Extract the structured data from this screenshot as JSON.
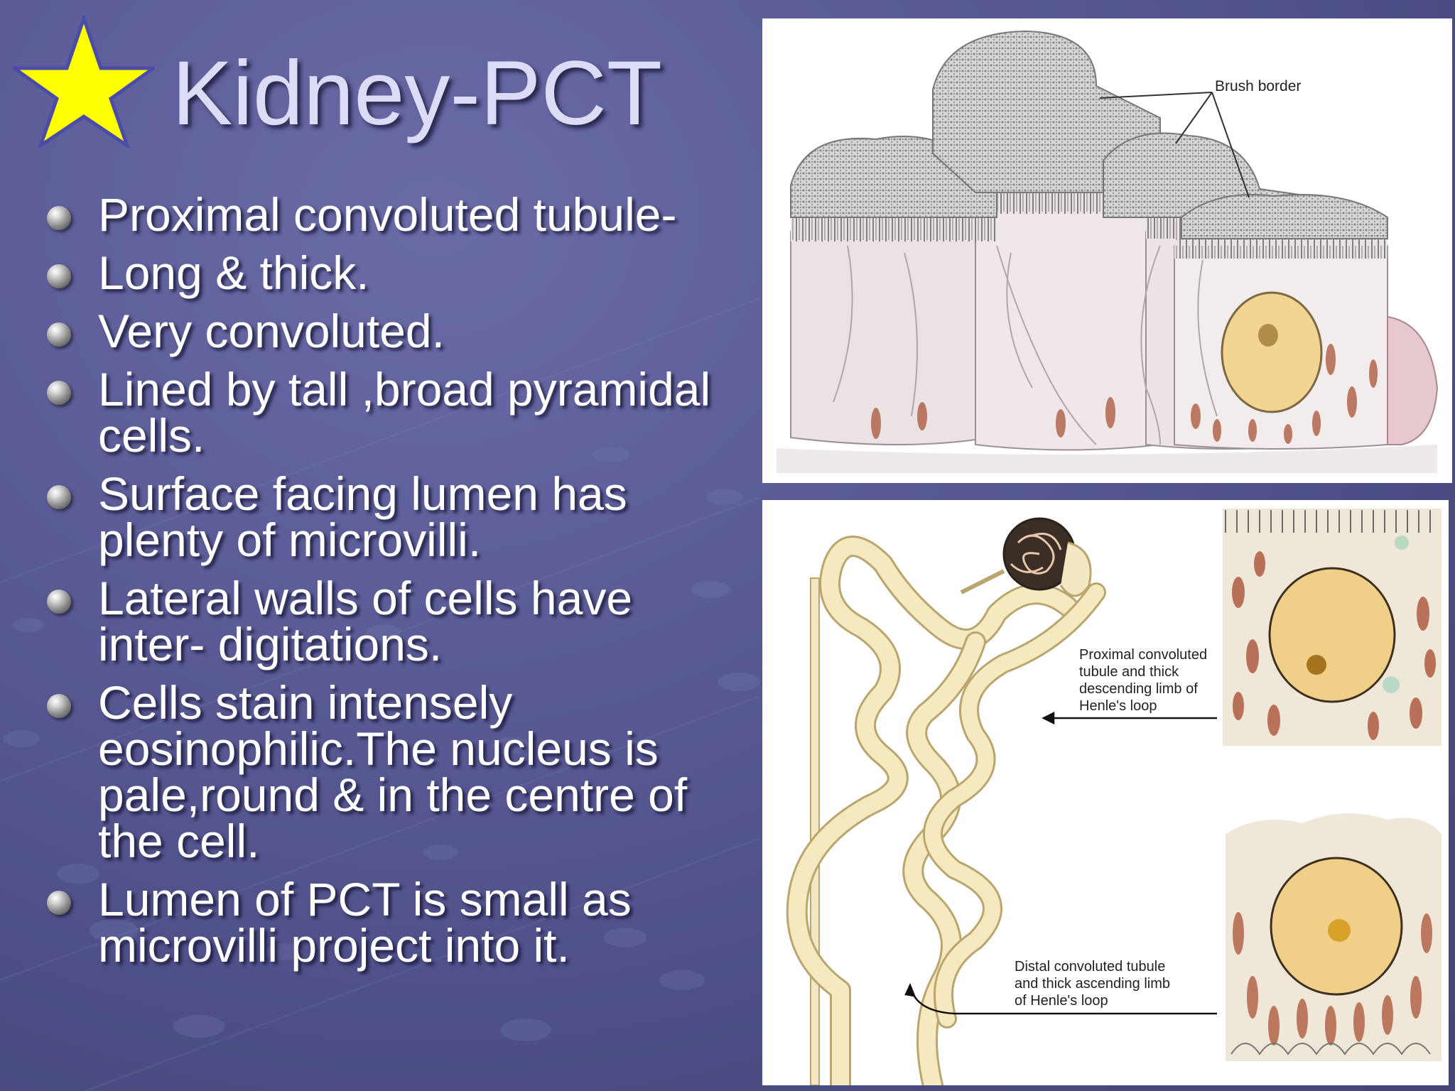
{
  "slide": {
    "title": "Kidney-PCT",
    "bullets": [
      "Proximal convoluted tubule-",
      "Long & thick.",
      "Very convoluted.",
      "Lined by tall ,broad pyramidal cells.",
      "Surface facing lumen has plenty of microvilli.",
      "Lateral walls of cells have inter- digitations.",
      "Cells stain intensely eosinophilic.The nucleus is pale,round & in the centre of the cell.",
      "Lumen of PCT is small as microvilli project into it."
    ]
  },
  "figure_top": {
    "label": "Brush border"
  },
  "figure_bottom": {
    "label_proximal": "Proximal convoluted\ntubule and thick\ndescending limb of\nHenle's loop",
    "label_distal": "Distal convoluted tubule\nand thick ascending limb\nof Henle's loop"
  },
  "colors": {
    "background": "#5b5c97",
    "title": "#dcdcf6",
    "star": "#ffff00",
    "text": "#ffffff"
  },
  "icons": {
    "title_star": "star-icon",
    "bullet": "sphere-bullet-icon"
  }
}
